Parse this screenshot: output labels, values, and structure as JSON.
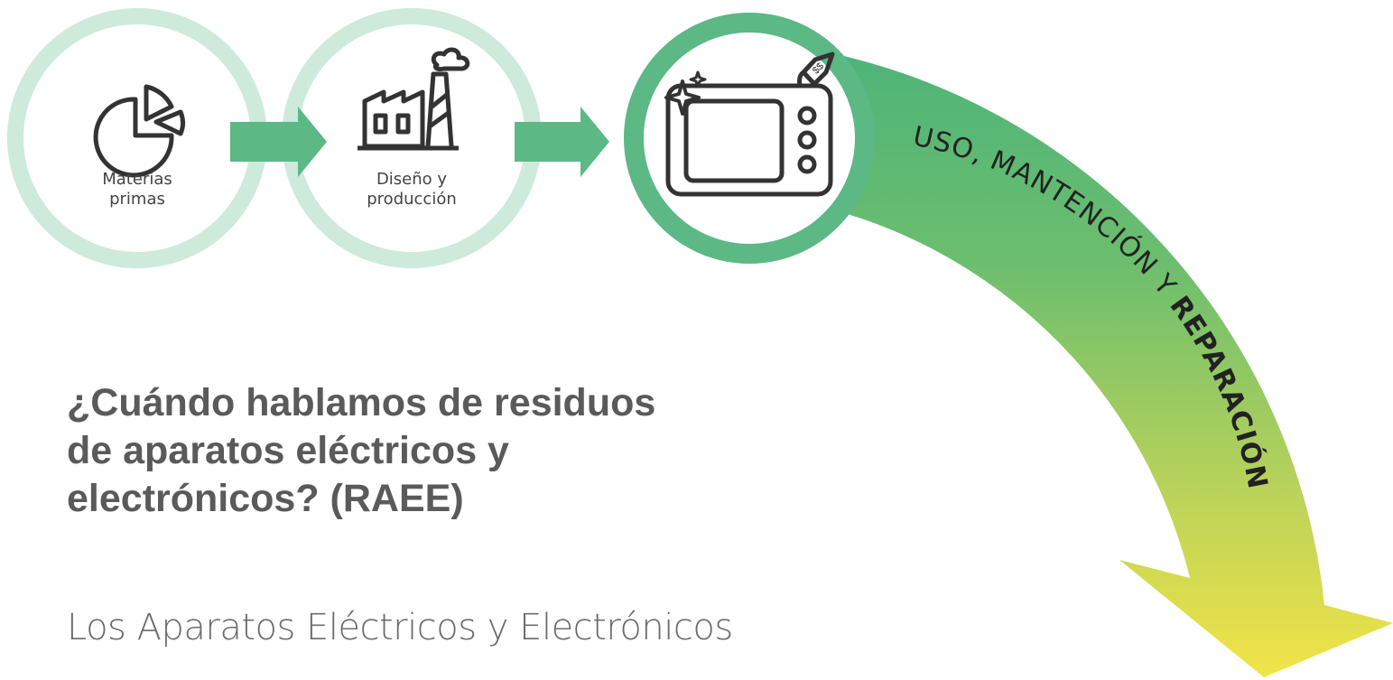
{
  "steps": [
    {
      "label_line1": "Materias",
      "label_line2": "primas",
      "icon": "pie-chart-icon"
    },
    {
      "label_line1": "Diseño y",
      "label_line2": "producción",
      "icon": "factory-icon"
    },
    {
      "label": "",
      "icon": "tv-with-price-tag-icon",
      "tag_text": "$$"
    }
  ],
  "curve_label": {
    "part1": "USO, MANTENCIÓN Y",
    "part2": "REPARACIÓN"
  },
  "heading": {
    "line1": "¿Cuándo hablamos de residuos",
    "line2": "de aparatos eléctricos y",
    "line3": "electrónicos? (RAEE)"
  },
  "subtitle": "Los Aparatos Eléctricos y Electrónicos",
  "colors": {
    "ring_light": "#cdeadb",
    "ring_dark": "#5cb885",
    "arrow": "#5cb885",
    "curve_start": "#4cb37a",
    "curve_end": "#f2e447",
    "heading": "#5a5a5a",
    "subtitle": "#6b6b6b"
  }
}
